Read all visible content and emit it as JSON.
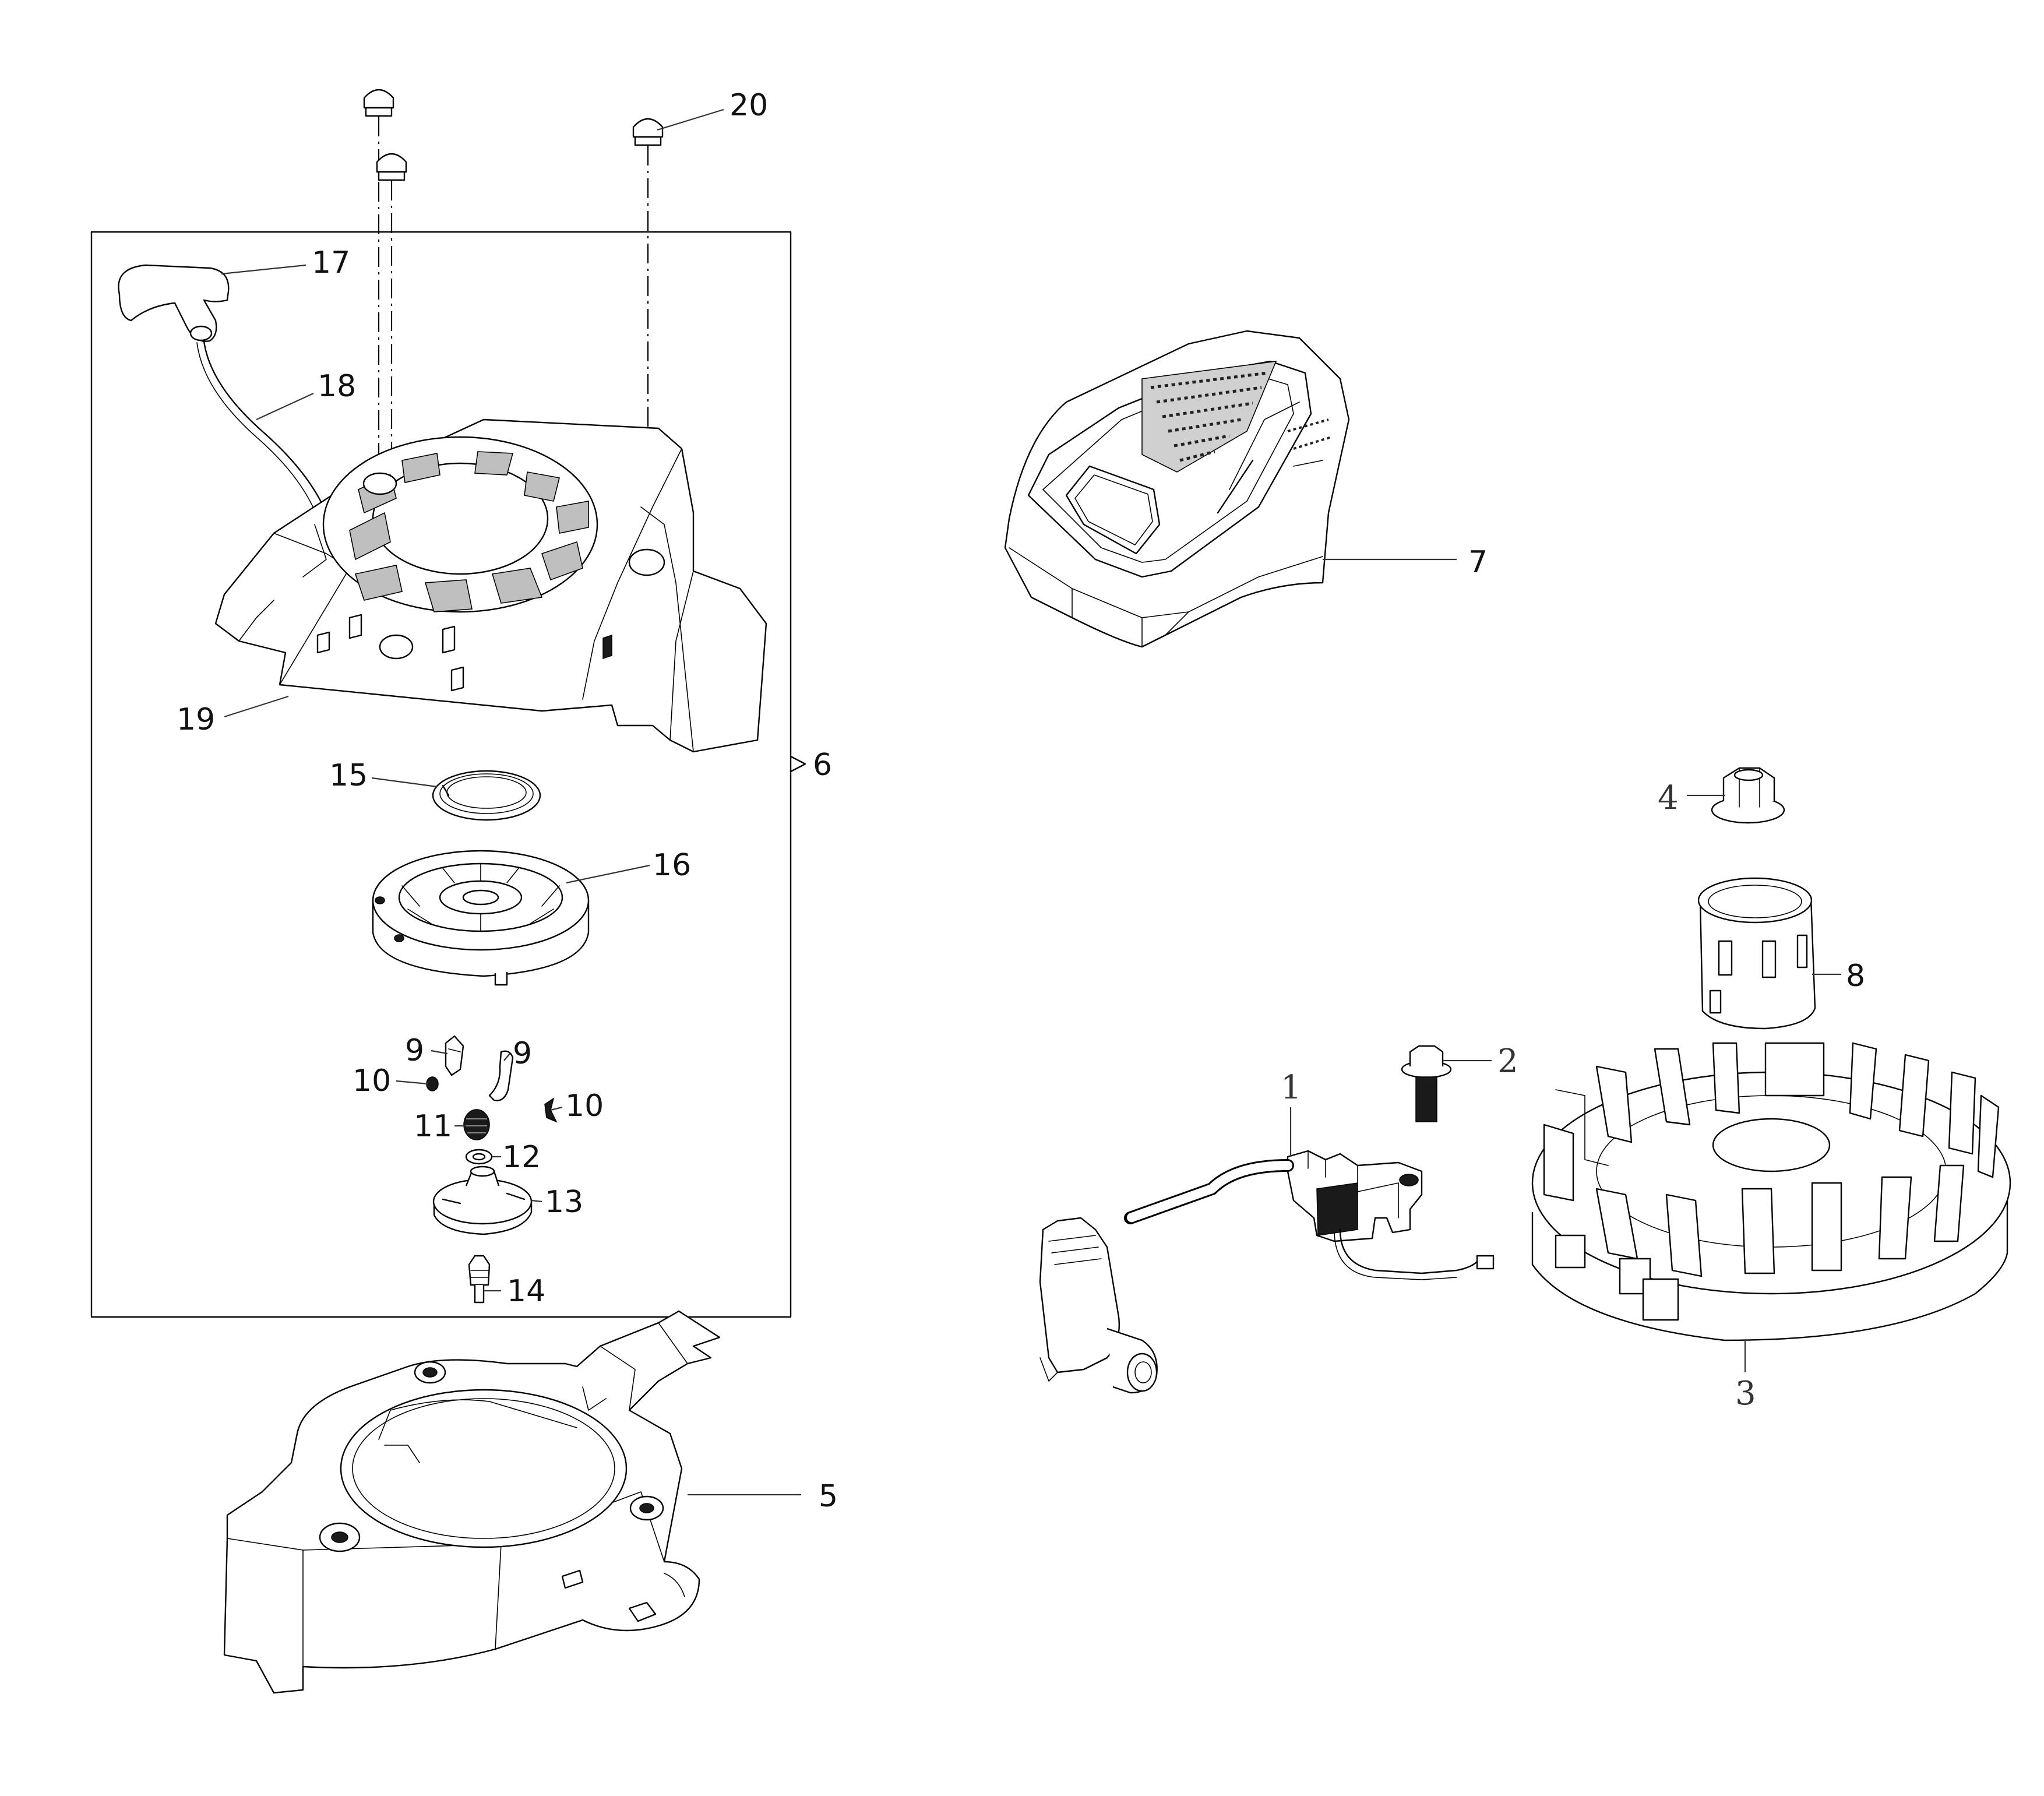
{
  "callouts": {
    "c1": "1",
    "c2": "2",
    "c3": "3",
    "c4": "4",
    "c5": "5",
    "c6": "6",
    "c7": "7",
    "c8": "8",
    "c9a": "9",
    "c9b": "9",
    "c10a": "10",
    "c10b": "10",
    "c11": "11",
    "c12": "12",
    "c13": "13",
    "c14": "14",
    "c15": "15",
    "c16": "16",
    "c17": "17",
    "c18": "18",
    "c19": "19",
    "c20": "20"
  },
  "colors": {
    "line": "#000000",
    "leader": "#333333",
    "background": "#ffffff"
  }
}
